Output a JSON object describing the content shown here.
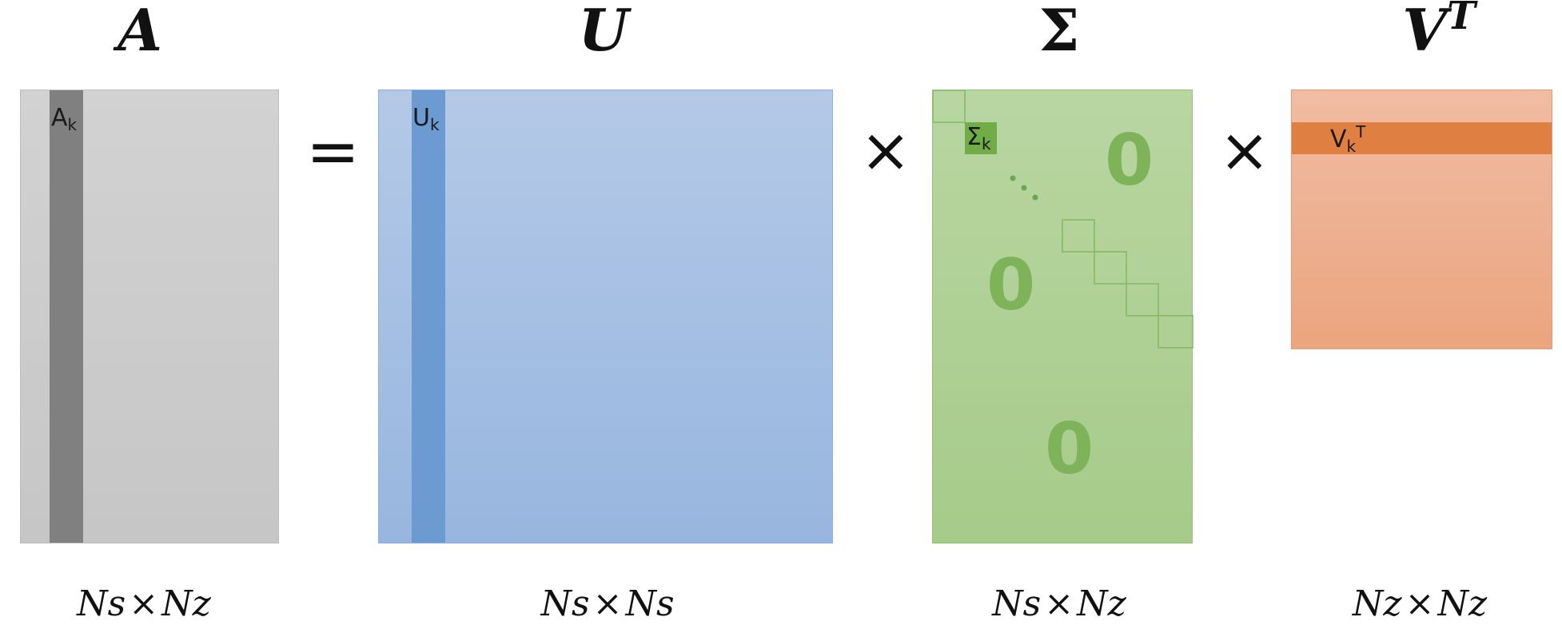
{
  "titles": {
    "a": "A",
    "u": "U",
    "sigma": "Σ",
    "vt_base": "V",
    "vt_sup": "T"
  },
  "operators": {
    "equals": "=",
    "times1": "×",
    "times2": "×"
  },
  "labels": {
    "a_k_base": "A",
    "a_k_sub": "k",
    "u_k_base": "U",
    "u_k_sub": "k",
    "sigma_k_base": "Σ",
    "sigma_k_sub": "k",
    "v_k_base": "V",
    "v_k_sub": "k",
    "v_k_sup": "T",
    "zero": "0",
    "dots": "⋱"
  },
  "dimensions": {
    "a": {
      "left": "Ns",
      "op": "×",
      "right": "Nz"
    },
    "u": {
      "left": "Ns",
      "op": "×",
      "right": "Ns"
    },
    "sigma": {
      "left": "Ns",
      "op": "×",
      "right": "Nz"
    },
    "vt": {
      "left": "Nz",
      "op": "×",
      "right": "Nz"
    }
  },
  "colors": {
    "a_fill": "#cfcfcf",
    "a_column": "#808080",
    "u_fill": "#a6c0e4",
    "u_column": "#6b9bd1",
    "sigma_fill": "#b2d19c",
    "sigma_highlight": "#70ad47",
    "vt_fill": "#efb496",
    "vt_row": "#e07f42"
  }
}
